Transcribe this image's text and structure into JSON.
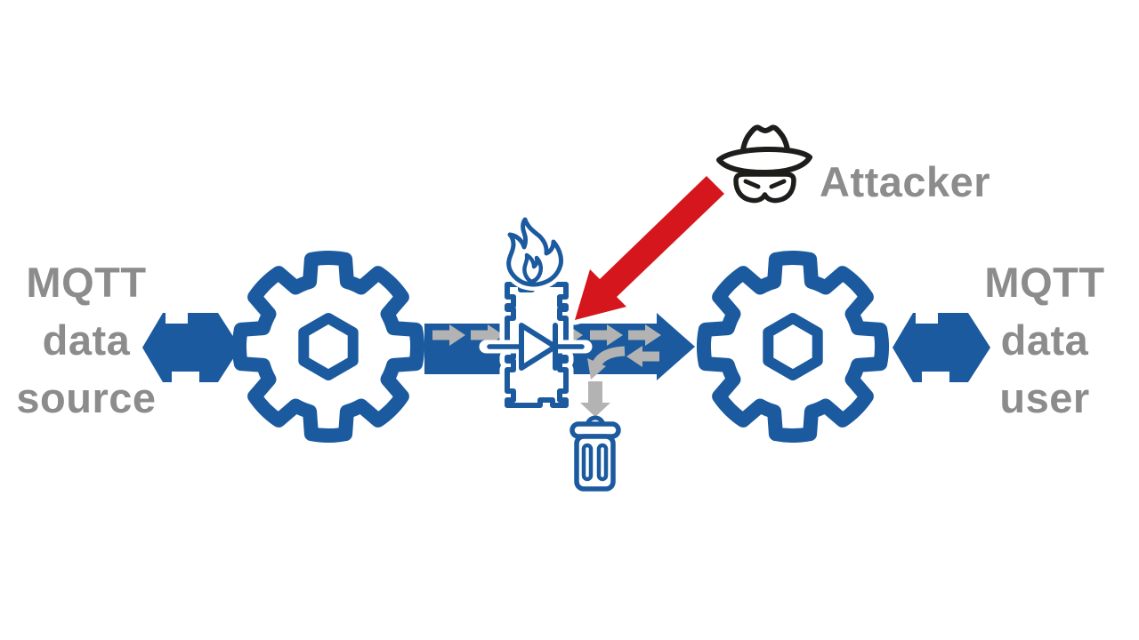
{
  "colors": {
    "background": "#ffffff",
    "blue": "#1b5a9e",
    "red": "#d5161d",
    "black": "#1d1d1b",
    "gray_text": "#8c8c8c",
    "gray_arrow": "#b3b3b3"
  },
  "left_label": {
    "lines": [
      "MQTT",
      "data",
      "source"
    ]
  },
  "right_label": {
    "lines": [
      "MQTT",
      "data",
      "user"
    ]
  },
  "attacker": {
    "label": "Attacker"
  },
  "icons": {
    "left_link": "bidirectional-arrow-icon",
    "left_broker": "gear-icon",
    "flow": "one-way-flow-arrow-icon",
    "firewall": "data-diode-firewall-icon",
    "flame": "flame-icon",
    "diode": "diode-symbol-icon",
    "blocked_return": "return-traffic-arrow-icon",
    "discard": "discard-down-arrow-icon",
    "trash": "trash-bin-icon",
    "attack": "attack-arrow-icon",
    "spy": "spy-attacker-icon",
    "right_broker": "gear-icon",
    "right_link": "bidirectional-arrow-icon"
  }
}
